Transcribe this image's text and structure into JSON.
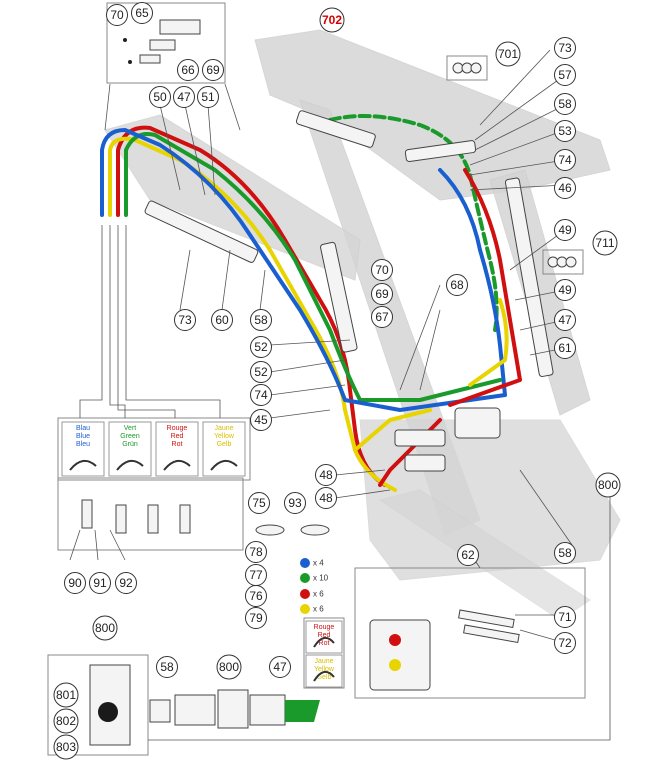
{
  "callouts": [
    {
      "id": "c70a",
      "label": "70"
    },
    {
      "id": "c65",
      "label": "65"
    },
    {
      "id": "c66",
      "label": "66"
    },
    {
      "id": "c69a",
      "label": "69"
    },
    {
      "id": "c50",
      "label": "50"
    },
    {
      "id": "c47a",
      "label": "47"
    },
    {
      "id": "c51",
      "label": "51"
    },
    {
      "id": "c702",
      "label": "702"
    },
    {
      "id": "c701",
      "label": "701"
    },
    {
      "id": "c73a",
      "label": "73"
    },
    {
      "id": "c57",
      "label": "57"
    },
    {
      "id": "c58a",
      "label": "58"
    },
    {
      "id": "c53",
      "label": "53"
    },
    {
      "id": "c74a",
      "label": "74"
    },
    {
      "id": "c46",
      "label": "46"
    },
    {
      "id": "c49a",
      "label": "49"
    },
    {
      "id": "c711",
      "label": "711"
    },
    {
      "id": "c49b",
      "label": "49"
    },
    {
      "id": "c47b",
      "label": "47"
    },
    {
      "id": "c61",
      "label": "61"
    },
    {
      "id": "c70b",
      "label": "70"
    },
    {
      "id": "c69b",
      "label": "69"
    },
    {
      "id": "c68",
      "label": "68"
    },
    {
      "id": "c67",
      "label": "67"
    },
    {
      "id": "c73b",
      "label": "73"
    },
    {
      "id": "c60",
      "label": "60"
    },
    {
      "id": "c58b",
      "label": "58"
    },
    {
      "id": "c52a",
      "label": "52"
    },
    {
      "id": "c52b",
      "label": "52"
    },
    {
      "id": "c74b",
      "label": "74"
    },
    {
      "id": "c45",
      "label": "45"
    },
    {
      "id": "c48a",
      "label": "48"
    },
    {
      "id": "c48b",
      "label": "48"
    },
    {
      "id": "c800a",
      "label": "800"
    },
    {
      "id": "c75",
      "label": "75"
    },
    {
      "id": "c93",
      "label": "93"
    },
    {
      "id": "c78",
      "label": "78"
    },
    {
      "id": "c77",
      "label": "77"
    },
    {
      "id": "c76",
      "label": "76"
    },
    {
      "id": "c79",
      "label": "79"
    },
    {
      "id": "c62",
      "label": "62"
    },
    {
      "id": "c58c",
      "label": "58"
    },
    {
      "id": "c71",
      "label": "71"
    },
    {
      "id": "c72",
      "label": "72"
    },
    {
      "id": "c90",
      "label": "90"
    },
    {
      "id": "c91",
      "label": "91"
    },
    {
      "id": "c92",
      "label": "92"
    },
    {
      "id": "c800b",
      "label": "800"
    },
    {
      "id": "c58d",
      "label": "58"
    },
    {
      "id": "c800c",
      "label": "800"
    },
    {
      "id": "c47c",
      "label": "47"
    },
    {
      "id": "c801",
      "label": "801"
    },
    {
      "id": "c802",
      "label": "802"
    },
    {
      "id": "c803",
      "label": "803"
    }
  ],
  "quantities": [
    {
      "id": "q78",
      "label": "x 4"
    },
    {
      "id": "q77",
      "label": "x 10"
    },
    {
      "id": "q76",
      "label": "x 6"
    },
    {
      "id": "q79",
      "label": "x 6"
    }
  ],
  "legend": [
    {
      "id": "leg-blue",
      "lines": [
        "Blau",
        "Blue",
        "Bleu"
      ],
      "color": "#1a5fd0"
    },
    {
      "id": "leg-green",
      "lines": [
        "Vert",
        "Green",
        "Grün"
      ],
      "color": "#1a9a2a"
    },
    {
      "id": "leg-red",
      "lines": [
        "Rouge",
        "Red",
        "Rot"
      ],
      "color": "#d01010"
    },
    {
      "id": "leg-yellow",
      "lines": [
        "Jaune",
        "Yellow",
        "Gelb"
      ],
      "color": "#d8c000"
    }
  ],
  "detail_legend": [
    {
      "id": "det-red",
      "lines": [
        "Rouge",
        "Red",
        "Rot"
      ],
      "color": "#d01010"
    },
    {
      "id": "det-yellow",
      "lines": [
        "Jaune",
        "Yellow",
        "Gelb"
      ],
      "color": "#d8c000"
    }
  ],
  "colors": {
    "hose_blue": "#1a5fd0",
    "hose_green": "#1a9a2a",
    "hose_red": "#d01010",
    "hose_yellow": "#e8d400",
    "frame_gray": "#d5d5d5",
    "callout_red": "#d40000"
  }
}
